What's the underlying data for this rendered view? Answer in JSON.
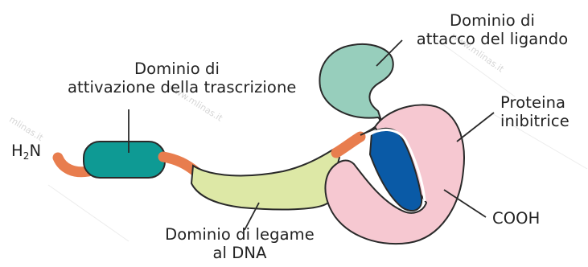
{
  "labels": {
    "amino_terminus_h": "H",
    "amino_terminus_sub": "2",
    "amino_terminus_n": "N",
    "transactivation_line1": "Dominio di",
    "transactivation_line2": "attivazione della trascrizione",
    "ligand_binding_line1": "Dominio di",
    "ligand_binding_line2": "attacco del ligando",
    "inhibitor_line1": "Proteina",
    "inhibitor_line2": "inibitrice",
    "carboxyl_terminus": "COOH",
    "dna_binding_line1": "Dominio di legame",
    "dna_binding_line2": "al DNA"
  },
  "watermarks": [
    "www.mlinas.it",
    "www.mlinas.it",
    "mlinas.it"
  ],
  "colors": {
    "transactivation_domain": "#0e9a94",
    "linker": "#e87d4e",
    "dna_binding_domain": "#dde8a6",
    "ligand_binding_domain": "#97cebc",
    "inhibitor_protein": "#f6c8d1",
    "inhibitor_core": "#0a5aa6",
    "outline": "#2a2a2a"
  }
}
